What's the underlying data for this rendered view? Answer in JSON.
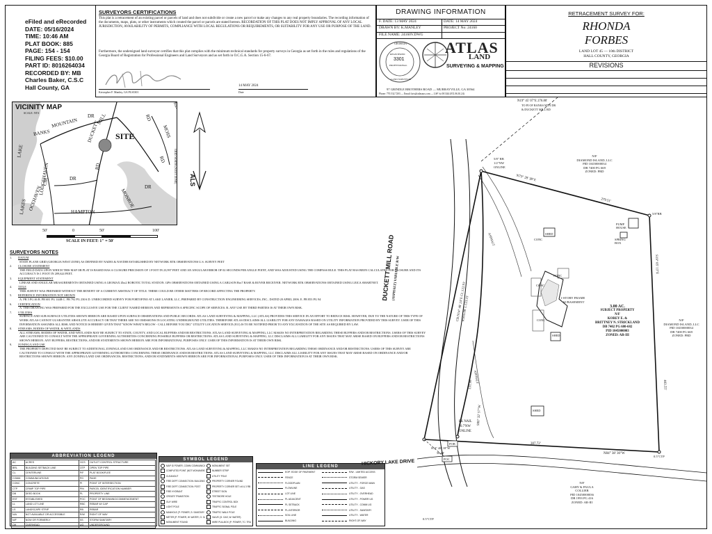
{
  "efile": {
    "lines": [
      "eFiled and eRecorded",
      "DATE:  05/16/2024",
      "TIME:  10:46 AM",
      "PLAT BOOK:  885",
      "PAGE:  154 - 154",
      "FILING FEES:  $10.00",
      "PART ID:  8016264034",
      "RECORDED BY:  MB",
      "Charles Baker, C.S.C",
      "Hall County, GA"
    ]
  },
  "certs": {
    "title": "SURVEYORS CERTIFICATIONS",
    "p1": "This plat is a retracement of an existing parcel or parcels of land and does not subdivide or create a new parcel or make any changes to any real property boundaries. The recording information of the documents, maps, plats, or other instruments which created the parcel or parcels are stated hereon. RECORDATION OF THIS PLAT DOES NOT IMPLY APPROVAL OF ANY LOCAL JURISDICTION, AVAILABILITY OF PERMITS, COMPLIANCE WITH LOCAL REGULATIONS OR REQUIREMENTS, OR SUITABILITY FOR ANY USE OR PURPOSE OF THE LAND.",
    "p2": "Furthermore, the undersigned land surveyor certifies that this plat complies with the minimum technical standards for property surveys in Georgia as set forth in the rules and regulations of the Georgia Board of Registration for Professional Engineers and Land Surveyors and as set forth in O.C.G.A. Section 15-6-67.",
    "signer": "Kristopher F. Manley, GA PLS3301",
    "date_value": "14 MAY 2024",
    "date_label": "Date"
  },
  "drawing_info": {
    "title": "DRAWING INFORMATION",
    "f_date": "F. DATE: 13 MAY 2024",
    "date": "DATE: 14 MAY 2024",
    "drawn_by": "DRAWN BY: K.MANLEY",
    "project_no": "PROJECT No: 24160",
    "file_name": "FILE NAME: 24160V.DWG"
  },
  "seal": {
    "top": "GEORGIA",
    "registered": "REGISTERED",
    "number": "3301",
    "professional": "PROFESSIONAL",
    "bottom": "LAND SURVEYOR"
  },
  "atlas": {
    "logo_text": "ATLAS",
    "land": "LAND",
    "surveying": "SURVEYING & MAPPING",
    "address": "97 GRINDLE BROTHERS ROAD — MURRAYVILLE, GA 30564",
    "phone": "Phone: 770.532.7203 — Email: kris@atlasaus.com — LSF № 001344 (EX.06.30.24)"
  },
  "retracement": {
    "title": "RETRACEMENT SURVEY FOR:",
    "name1": "RHONDA",
    "name2": "FORBES",
    "land_lot": "LAND LOT 45  —  10th DISTRICT",
    "county": "HALL COUNTY, GEORGIA",
    "revisions": "REVISIONS"
  },
  "vicinity": {
    "title": "VICINITY MAP",
    "scale_note": "SCALE: NTS",
    "site": "SITE",
    "roads": [
      "BANKS",
      "MOUNTAIN",
      "DR",
      "DUCKETT",
      "MILL",
      "RD",
      "MOSS",
      "RD",
      "LODGEHAVEN",
      "CIR",
      "DR",
      "HAMPTON",
      "MONROE",
      "LAKE",
      "LAKES",
      "DR",
      "OCEHAVEN",
      "RD",
      "RD"
    ],
    "north_label": "GRID NORTH (WEST ZONE)",
    "north_mark": "ALS"
  },
  "scale_bar": {
    "labels": [
      "50'",
      "0",
      "50'",
      "100'"
    ],
    "caption": "SCALE IN FEET: 1\" = 50'"
  },
  "notes": {
    "title": "SURVEYORS NOTES",
    "items": [
      {
        "n": "1.",
        "h": "DATUM",
        "t": "STATE PLANE GRID (GEORGIA WEST ZONE) AS DEFINED BY NAD83 & NAVD88 ESTABLISHED BY NETWORK RTK OBSERVATIONS U.S. SURVEY FEET"
      },
      {
        "n": "2.",
        "h": "CLOSURE STATEMENT",
        "t": "THE FIELD DATA UPON WHICH THIS MAP OR PLAT IS BASED HAS A CLOSURE PRECISION OF 1 FOOT IN 23,997 FEET AND AN ANGULAR ERROR OF 02 SECONDS PER ANGLE POINT, AND WAS ADJUSTED USING THE COMPASS RULE.  THIS PLAT HAS BEEN CALCULATED FOR CLOSURE AND ITS ACCURACY IS 1 FOOT IN 209,624 FEET."
      },
      {
        "n": "3.",
        "h": "EQUIPMENT STATEMENT",
        "t": "LINEAR AND ANGULAR MEASUREMENTS OBTAINED USING A GEOMAX Zbx2 ROBOTIC TOTAL STATION. GPS OBSERVATIONS OBTAINED USING A CARLSON Brx7 BASE & ROVER RECEIVER. NETWORK RTK OBSERVATIONS OBTAINED USING LEICA SMARTNET."
      },
      {
        "n": "4.",
        "h": "TITLE",
        "t": "THIS SURVEY WAS PREPARED WITHOUT THE BENEFIT OF A CURRENT ABSTRACT OF TITLE.  THERE COULD BE OTHER MATTERS OF RECORD AFFECTING THE PROPERTY."
      },
      {
        "n": "5.",
        "h": "REFERENCE INFORMATION NOT SHOWN",
        "t": "A. PB 5 PG 46   B. PB 681 PG 144B   C. PB 792 PG 230A   D. UNRECORDED SURVEY FOR PORTOFINO AT LAKE LANIER, LLC, PREPARED BY CONSTRUCTION ENGINEERING SERVICES, INC., DATED 20 APRIL 2006.   E. PB 853 PG 94"
      },
      {
        "n": "6.",
        "h": "CERTIFICATION",
        "t": "A. THIS DRAWING WAS PREPARED FOR THE EXCLUSIVE USE FOR THE CLIENT NAMED HEREON AND REPRESENTS A SPECIFIC SCOPE OF SERVICES.   B. ANY USE BY THIRD PARTIES IS AT THEIR OWN RISK."
      },
      {
        "n": "7.",
        "h": "UTILITIES",
        "t": "SURFACE AND SUB-SURFACE UTILITIES SHOWN HEREON ARE BASED UPON SURFACE OBSERVATIONS AND PUBLIC RECORDS.  ATLAS LAND SURVEYING & MAPPING, LLC (ATLAS) PROVIDES THIS SERVICE IN AN EFFORT TO REDUCE RISK.  HOWEVER, DUE TO THE NATURE OF THIS TYPE OF WORK ATLAS CANNOT GUARANTEE ABSOLUTE ACCURACY OR THAT THERE ARE NO OMISSIONS IN LOCATING UNDERGROUND UTILITIES.  THEREFORE ATLAS DISCLAIMS ALL LIABILITY FOR ANY DAMAGES BASED ON UTILITY INFORMATION PROVIDED BY THIS SURVEY.  USER OF THIS INFORMATION ASSUMES ALL RISK AND NOTICE IS HEREBY GIVEN THAT \"KNOW WHAT'S BELOW - CALL BEFORE YOU DIG\" UTILITY LOCATION SERVICE (811) IS TO BE NOTIFIED PRIOR TO ANY EXCAVATION OF THE SITE AS REQUIRED BY LAW."
      },
      {
        "n": "8.",
        "h": "STREAMS, BODIES OF WATER, & WETLANDS",
        "t": "ALL STREAMS, BODIES OF WATER, AND WETLANDS MAY BE SUBJECT TO STATE, COUNTY, AND LOCAL BUFFERS AND/OR RESTRICTIONS. ATLAS LAND SURVEYING & MAPPING, LLC MAKES NO INTERPRETATION REGARDING THESE BUFFERS AND/OR RESTRICTIONS.  USERS OF THIS SURVEY ARE CAUTIONED TO CONSULT WITH THE APPROPRIATE GOVERNING AUTHORITIES CONCERNING POSSIBLE BUFFERS OR RESTRICTIONS. ATLAS LAND SURVEYING & MAPPING, LLC DISCLAIMS ALL LIABILITY FOR ANY ISSUES THAT MAY ARISE BASED ON BUFFERS AND/OR RESTRICTIONS SHOWN HEREON. ANY BUFFERS, RESTRICTIONS, AND/OR STATEMENTS SHOWN HEREON ARE FOR INFORMATIONAL PURPOSES ONLY.  USER OF THIS INFORMATION IS AT THEIR OWN RISK."
      },
      {
        "n": "9.",
        "h": "ZONING/LAND USE",
        "t": "THE PROPERTY DEPICTED MAY BE SUBJECT TO ADDITIONAL ZONING/LAND USE ORDINANCE AND/OR RESTRICTIONS. ATLAS LAND SURVEYING & MAPPING, LLC MAKES NO INTERPRETATION REGARDING THESE ORDINANCE AND/OR RESTRICTIONS.  USERS OF THIS SURVEY ARE CAUTIONED TO CONSULT WITH THE APPROPRIATE GOVERNING AUTHORITIES CONCERNING THESE ORDINANCE AND/OR RESTRICTIONS. ATLAS LAND SURVEYING & MAPPING, LLC DISCLAIMS ALL LIABILITY FOR ANY ISSUES THAT MAY ARISE BASED ON ORDINANCE AND/OR RESTRICTIONS SHOWN HEREON. ANY ZONING/LAND USE ORDINANCES, RESTRICTIONS, AND/OR STATEMENTS SHOWN HEREON ARE FOR INFORMATIONAL PURPOSES ONLY.  USER OF THIS INFORMATION IS AT THEIR OWN RISK."
      }
    ]
  },
  "abbrev_legend": {
    "title": "ABBREVIATION LEGEND",
    "rows": [
      [
        "AC",
        "ACRES",
        "OCS",
        "OUTLET CONTROL STRUCTURE"
      ],
      [
        "BRL",
        "BUILDING SETBACK LINE",
        "OTP",
        "OPEN TOP PIPE"
      ],
      [
        "CL",
        "CENTERLINE",
        "P/F",
        "PLAT BOOK/FLEE"
      ],
      [
        "COMM",
        "COMMUNICATIONS",
        "PG",
        "PAGE"
      ],
      [
        "CONC",
        "CONCRETE",
        "PI",
        "POINT OF INTERSECTION"
      ],
      [
        "CTP",
        "CRIMP TOP PIPE",
        "PIN",
        "PARCEL IDENTIFICATION NUMBER"
      ],
      [
        "DB",
        "DEED BOOK",
        "PL",
        "PROPERTY LINE"
      ],
      [
        "EST",
        "ESTABLISHED",
        "POC",
        "POINT OF BEGINNING/COMMENCEMENT"
      ],
      [
        "LL",
        "LAND LOT LINE",
        "RBC",
        "REBAR W/ CAP"
      ],
      [
        "LS",
        "LANDSCAPE STRIP",
        "RB",
        "REBAR"
      ],
      [
        "N/A",
        "NOT AVAILABLE OR ACCESSIBLE",
        "R/W",
        "RIGHT OF WAY"
      ],
      [
        "N/F",
        "NOW OR FORMERLY",
        "SS",
        "STORM SANITARY"
      ],
      [
        "OH",
        "OVERHEAD",
        "UG",
        "UNDERGROUND"
      ]
    ]
  },
  "symbol_legend": {
    "title": "SYMBOL LEGEND",
    "items": [
      "MAP ID POWER, COMM COMMUNICATIONS",
      "COMPUTED POINT (NOT MONUMENTED)",
      "CLEANOUT",
      "FIRE DEPT CONNECTION: BUILDING",
      "FIRE DEPT CONNECTION: POST",
      "FIRE HYDRANT",
      "CREATE TRANSITION",
      "GUY WIRE",
      "LIGHT POLE",
      "MANHOLE (P: POWER, S: SANITARY SEWER)",
      "METER (P: POWER, W: WATER, G: GAS)",
      "MONUMENT FOUND",
      "MONUMENT SET",
      "NUMBER STRIP",
      "UTILITY POLE",
      "PROPERTY CORNER FOUND",
      "PROPERTY CORNER SET: #4 & 3 RB",
      "STREET SIGN",
      "TEST/BORE HOLE",
      "TRAFFIC CONTROL BOX",
      "TRAFFIC SIGNAL POLE",
      "TRAFFIC WALK POLE",
      "VALVE (G: GAS, W: WATER)",
      "WIRE PULLBOX (P: POWER, TC: TRAFFIC)"
    ]
  },
  "line_legend": {
    "title": "LINE LEGEND",
    "items": [
      "EOP: EDGE OF PAVEMENT",
      "FENCE",
      "FLOODPLAIN",
      "FLOWLINE",
      "LOT LINE",
      "PL ADJACENT",
      "PL SETBACK",
      "PL-INTERIOR",
      "SOIL LINE",
      "BUILDING",
      "R/W - LIMITED ACCESS",
      "STORM SEWER",
      "UTILITY - FORCE MAIN",
      "UTILITY - GAS",
      "UTILITY - OVERHEAD",
      "UTILITY - POWER UG",
      "UTILITY - COMM UG",
      "UTILITY - SANITARY",
      "UTILITY - WATER",
      "RIGHT-OF-WAY"
    ]
  },
  "plat": {
    "road_name": "DUCKETT MILL ROAD",
    "road_sub": "(ASPHALT)  VARIABLE R/W",
    "hickory": "HICKORY LAKE DRIVE",
    "asphalt1": "ASPHALT",
    "asphalt2": "ASPHALT",
    "tie_line": "N19° 45' 07\"E  276.80'",
    "tie_sub1": "TO PI OF BANKS MTN DR",
    "tie_sub2": "& DUCKETT MILL RD",
    "corner_nw": "5/8\" RB",
    "corner_nw2": "1/2\"NW",
    "corner_nw3": "ONLINE",
    "top_bearing": "N73° 28' 38\"E",
    "top_dist": "279.51'",
    "corner_ne": "5/8\"RB",
    "east_bearing": "S19° 05' 13\"E",
    "east_dist": "403.55'",
    "south_dist": "307.72'",
    "south_bearing": "N84° 38' 30\"W",
    "corner_se": "0.5\"CTP",
    "west_bearing": "S06° 32' 57\"W",
    "west_dist": "131.98'",
    "curve": "CB:N14° 48' 24\"E  CL:122.91'",
    "curve2": "R:855.00'  L:123.15'",
    "pk_nail1": "PK NAIL",
    "pk_nail2": "0.7'NW",
    "pk_nail3": "ONLINE",
    "pob": "POB",
    "poc": "POC",
    "tie_south": "S53° 48' 18\"W",
    "tie_south_d": "58.42'",
    "corner_sw": "0.5\"CTP",
    "n_diamond_top": {
      "nf": "N/F",
      "name": "DIAMOND ISLAND, LLC",
      "pid": "PID 10450000034",
      "db": "DB 7400 PG 669",
      "zoned": "ZONED: PRD"
    },
    "n_diamond_right": {
      "nf": "N/F",
      "name": "DIAMOND ISLAND, LLC",
      "pid": "PID 10450000034",
      "db": "DB 7400 PG 669",
      "zoned": "ZONED: PRD"
    },
    "collier": {
      "nf": "N/F",
      "name1": "GARY & PAULA",
      "name2": "COLLIER",
      "pid": "PID 10450000036",
      "db": "DB 1993 PG 416",
      "zoned": "ZONED: AR-III"
    },
    "subject": {
      "area": "3.00 AC.",
      "label": "SUBJECT PROPERTY",
      "nf": "N/F",
      "name1": "KOREY E. &",
      "name2": "BRITTNEY N. STRICKLAND",
      "db": "DB 7402 PG 680-682",
      "pid": "PID 1045000003",
      "zoned": "ZONED: AR-III"
    },
    "pump_house": "PUMP\nHOUSE",
    "pump": "PUMP HOUSE",
    "spring": "SPRING\nBOX",
    "spring_box": "SPRING BOX",
    "house": "1-STORY FRAME\nW/BASEMENT",
    "house1": "1-STORY FRAME",
    "house2": "W/BASEMENT",
    "conc": "CONC",
    "shed": "SHED",
    "pob_label": "POB"
  }
}
